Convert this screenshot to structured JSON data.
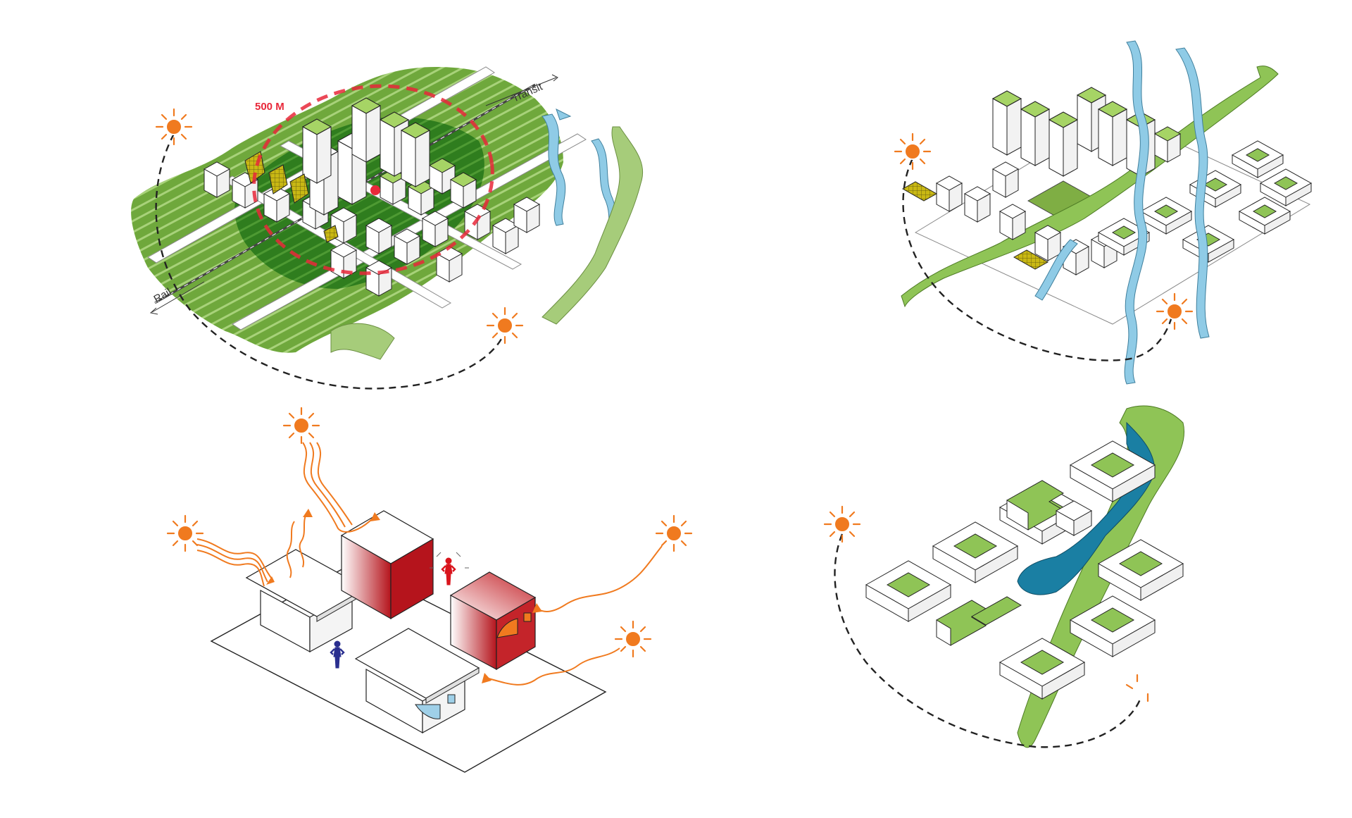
{
  "colors": {
    "sun": "#f07a1f",
    "green_light": "#8fc456",
    "green_dark": "#2f7d1e",
    "green_mid": "#6fa83c",
    "water": "#8fcbe6",
    "water_dark": "#1a7fa3",
    "red_ring": "#e8283a",
    "heat": "#b5141c",
    "person_blue": "#2a2f8f",
    "person_red": "#d9141c",
    "solar": "#c9b814"
  },
  "top_left": {
    "radius_label": "500 M",
    "transit_label": "Transit",
    "rail_label": "Rail"
  }
}
